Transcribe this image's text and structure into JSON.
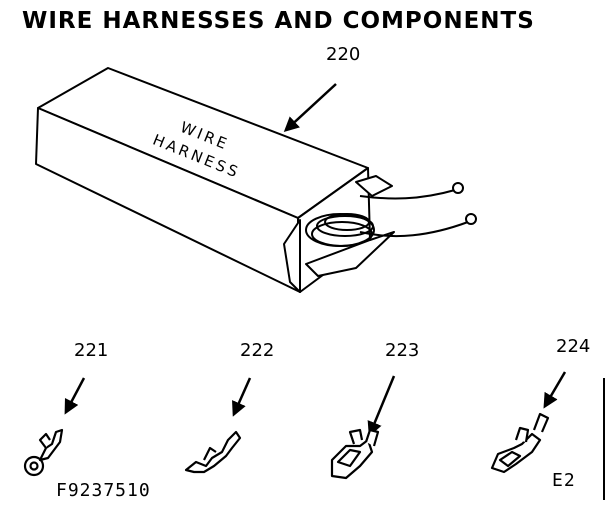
{
  "title": "WIRE HARNESSES AND COMPONENTS",
  "box_text": {
    "line1": "WIRE",
    "line2": "HARNESS"
  },
  "parts": [
    {
      "number": "220",
      "name": "wire-harness"
    },
    {
      "number": "221",
      "name": "ring-terminal"
    },
    {
      "number": "222",
      "name": "hook-terminal"
    },
    {
      "number": "223",
      "name": "female-terminal"
    },
    {
      "number": "224",
      "name": "female-terminal"
    }
  ],
  "figure_id": "F9237510",
  "page_code": "E2"
}
